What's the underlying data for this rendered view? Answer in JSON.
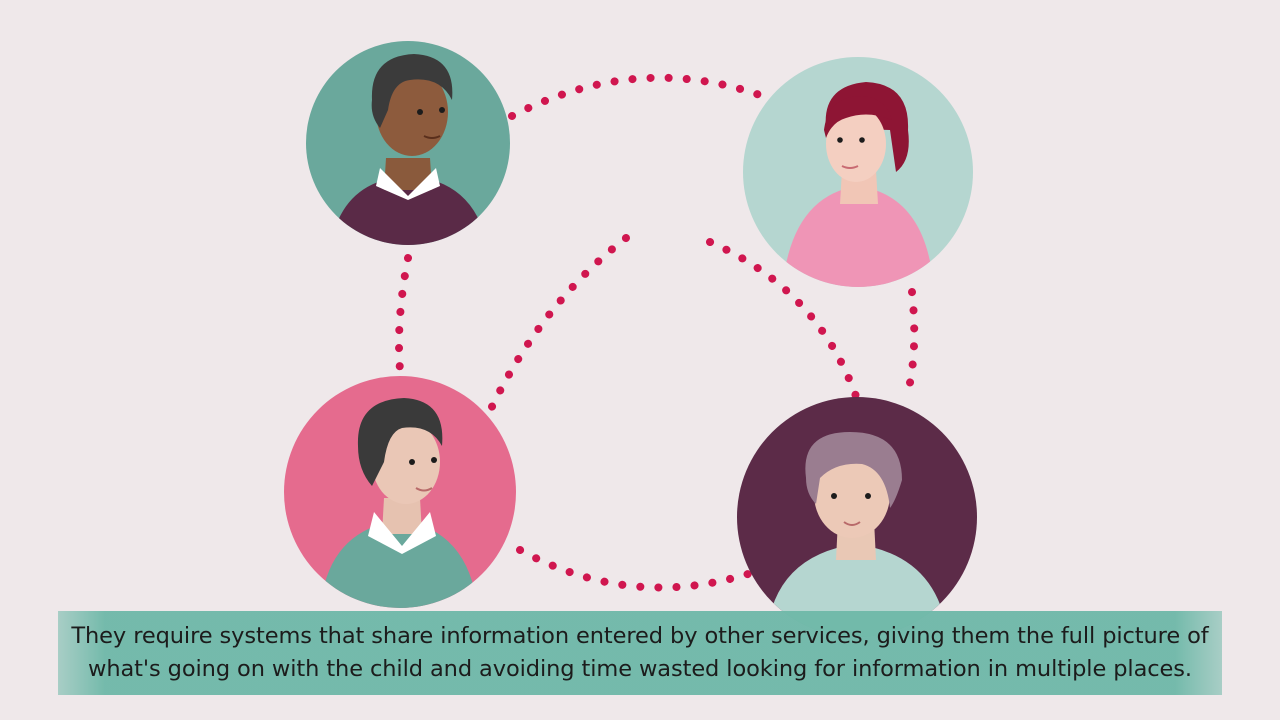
{
  "subtitle": {
    "line1": "They require systems that share information entered by other services, giving them the full picture of",
    "line2": "what's going on with the child and avoiding time wasted looking for information in multiple places."
  },
  "colors": {
    "background": "#efe8ea",
    "connector": "#d0164f",
    "subtitle_band": "#6eb8a8",
    "teal_circle": "#6aa89c",
    "mint_circle": "#b5d6d0",
    "pink_circle": "#e56b8e",
    "plum_circle": "#5c2b48"
  },
  "people": [
    {
      "id": "person-top-left",
      "description_icon": "man-dark-skin-icon"
    },
    {
      "id": "person-top-right",
      "description_icon": "woman-red-hair-icon"
    },
    {
      "id": "person-bottom-left",
      "description_icon": "man-black-hair-icon"
    },
    {
      "id": "person-bottom-right",
      "description_icon": "older-person-gray-hair-icon"
    }
  ]
}
